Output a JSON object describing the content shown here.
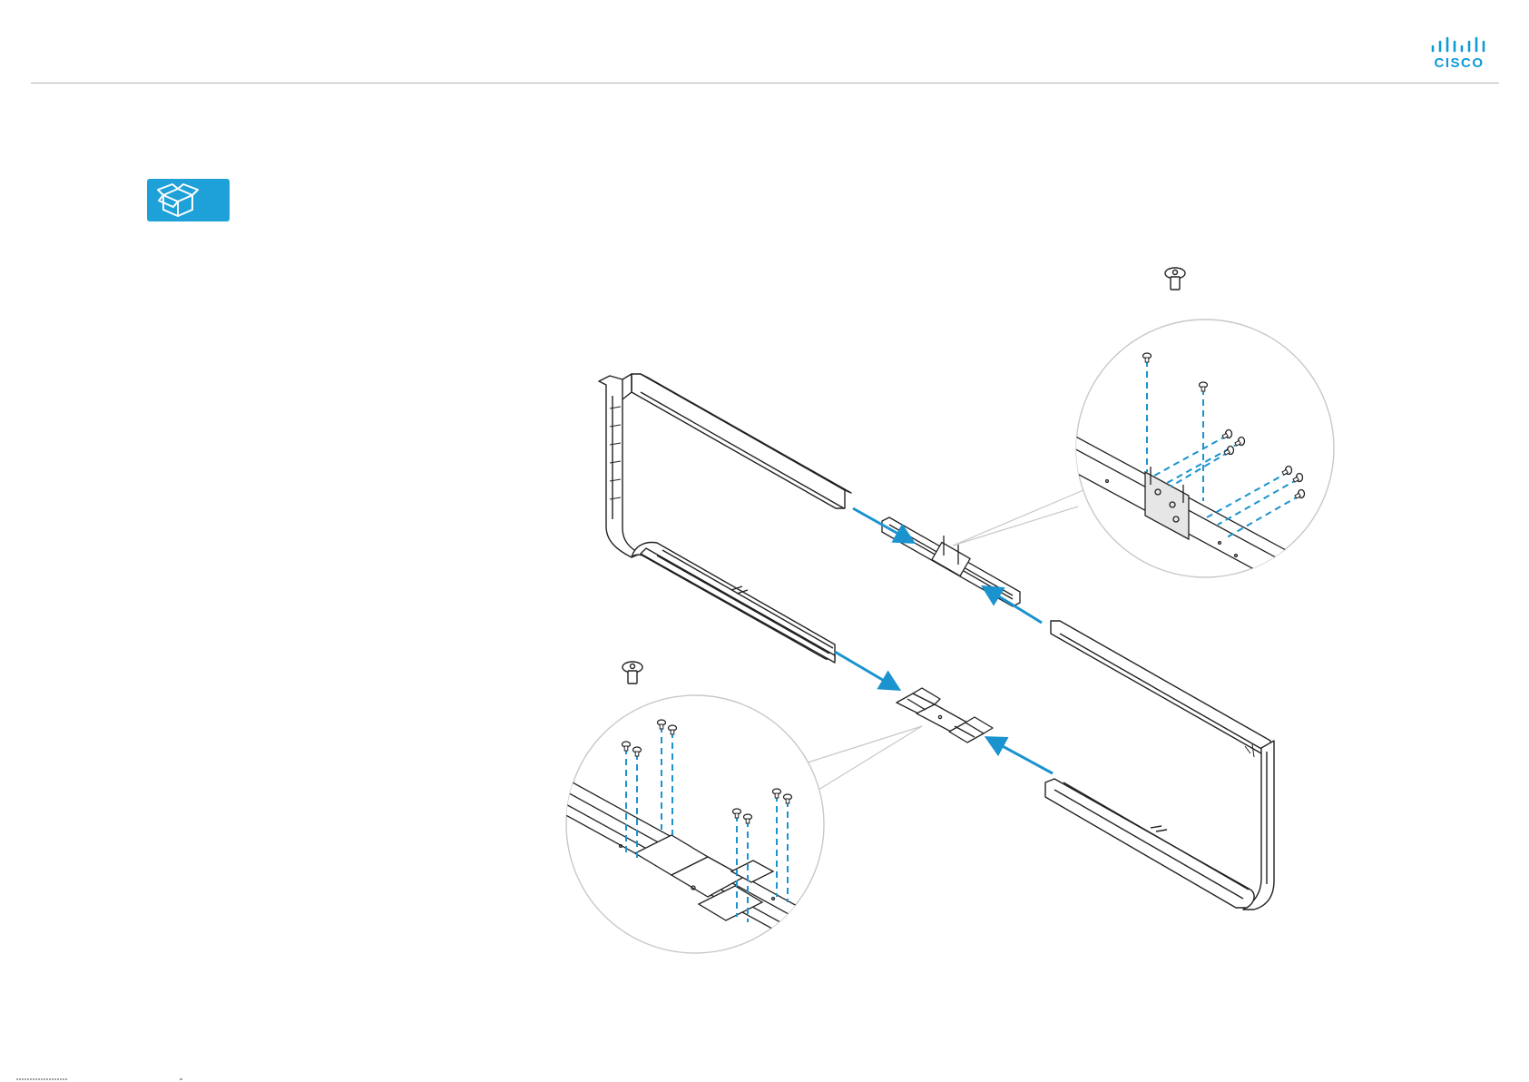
{
  "brand": {
    "logo_text": "CISCO",
    "accent_color": "#1ea1d9",
    "logo_color": "#0f9ad8",
    "rule_color": "#b5b5b5"
  },
  "badge": {
    "icon": "package-box-icon",
    "color": "#1ea1d9"
  },
  "diagram": {
    "arrow_color": "#1a93cf",
    "line_color": "#222222",
    "callout_color": "#c8c8c8",
    "icons": [
      "flat-head-screw-icon",
      "frame-joiner-bracket",
      "bottom-connector-bracket"
    ]
  }
}
